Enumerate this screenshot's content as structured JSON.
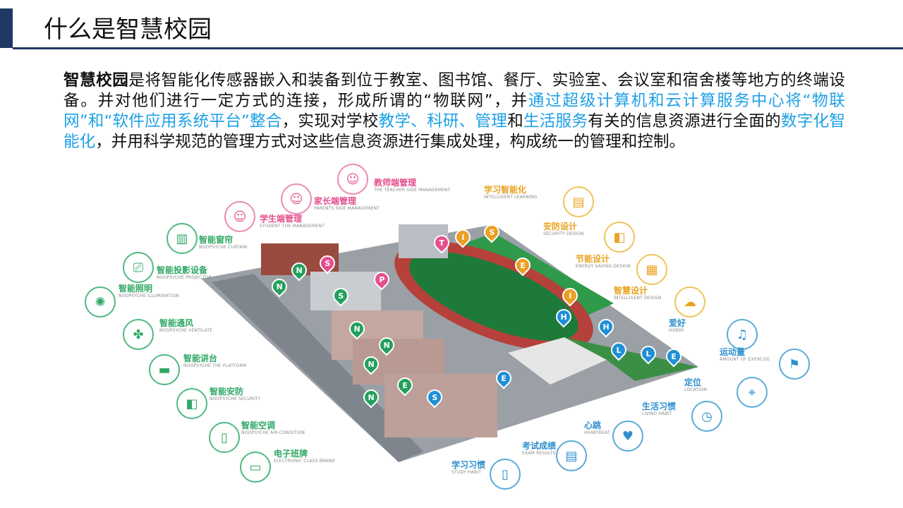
{
  "title": "什么是智慧校园",
  "paragraph": [
    {
      "t": "智慧校园",
      "style": "bold"
    },
    {
      "t": "是将智能化传感器嵌入和装备到位于教室、图书馆、餐厅、实验室、会议室和宿舍楼等地方的终端设备。并对他们进行一定方式的连接，形成所谓的“物联网”，并",
      "style": "normal"
    },
    {
      "t": "通过超级计算机和云计算服务中心将“物联网”和“软件应用系统平台”整合",
      "style": "highlight"
    },
    {
      "t": "，实现对学校",
      "style": "normal"
    },
    {
      "t": "教学、科研、管理",
      "style": "highlight"
    },
    {
      "t": "和",
      "style": "normal"
    },
    {
      "t": "生活服务",
      "style": "highlight"
    },
    {
      "t": "有关的信息资源进行全面的",
      "style": "normal"
    },
    {
      "t": "数字化智能化",
      "style": "highlight"
    },
    {
      "t": "，并用科学规范的管理方式对这些信息资源进行集成处理，构成统一的管理和控制。",
      "style": "normal"
    }
  ],
  "colors": {
    "title_bar": "#1f3864",
    "highlight": "#1ea0e6",
    "pink": "#e4508e",
    "green": "#2fa865",
    "orange": "#e9a21f",
    "blue": "#2f8fcc"
  },
  "callouts": {
    "teacher": {
      "cn": "教师端管理",
      "en": "THE TEACHER SIDE MANAGEMENT",
      "icon": "teacher-icon"
    },
    "parent": {
      "cn": "家长端管理",
      "en": "PARENTS SIDE MANAGEMENT",
      "icon": "parent-icon"
    },
    "student": {
      "cn": "学生端管理",
      "en": "STUDENT THE MANAGEMENT",
      "icon": "student-icon"
    },
    "curtain": {
      "cn": "智能窗帘",
      "en": "NOOPSYCHE CURTAIN",
      "icon": "curtain-icon"
    },
    "projector": {
      "cn": "智能投影设备",
      "en": "NOOPSYCHE PROJECTOR",
      "icon": "projector-icon"
    },
    "illumination": {
      "cn": "智能照明",
      "en": "NOOPSYCHE ILLUMINATION",
      "icon": "light-icon"
    },
    "ventilate": {
      "cn": "智能通风",
      "en": "NOOPSYCHE VENTILATE",
      "icon": "fan-icon"
    },
    "platform": {
      "cn": "智能讲台",
      "en": "NOOPSYCHE THE PLATFORM",
      "icon": "podium-icon"
    },
    "security": {
      "cn": "智能安防",
      "en": "NOOPSYCHE SECURITY",
      "icon": "camera-icon"
    },
    "aircon": {
      "cn": "智能空调",
      "en": "NOOPSYCHE AIR-CONDITION",
      "icon": "air-conditioner-icon"
    },
    "classbrand": {
      "cn": "电子班牌",
      "en": "ELECTRONIC CLASS BRAND",
      "icon": "display-icon"
    },
    "learning": {
      "cn": "学习智能化",
      "en": "INTELLIGENT LEARNING",
      "icon": "book-icon"
    },
    "secdesign": {
      "cn": "安防设计",
      "en": "SECURITY DESIGN",
      "icon": "camera-icon"
    },
    "energy": {
      "cn": "节能设计",
      "en": "ENERGY SAVING DESIGN",
      "icon": "solar-panel-icon"
    },
    "intdesign": {
      "cn": "智慧设计",
      "en": "INTELLIGENT DESIGN",
      "icon": "cloud-icon"
    },
    "hobby": {
      "cn": "爱好",
      "en": "HOBBY",
      "icon": "hobby-icon"
    },
    "exercise": {
      "cn": "运动量",
      "en": "AMOUNT OF EXERCISE",
      "icon": "golf-icon"
    },
    "location": {
      "cn": "定位",
      "en": "LOCATION",
      "icon": "location-pin-icon"
    },
    "living": {
      "cn": "生活习惯",
      "en": "LIVING HABIT",
      "icon": "alarm-clock-icon"
    },
    "heartbeat": {
      "cn": "心跳",
      "en": "HEARTBEAT",
      "icon": "heart-icon"
    },
    "exam": {
      "cn": "考试成绩",
      "en": "EXAM RESULTS",
      "icon": "document-icon"
    },
    "study": {
      "cn": "学习习惯",
      "en": "STUDY HABIT",
      "icon": "open-book-icon"
    }
  },
  "pins": [
    "T",
    "S",
    "P",
    "N",
    "N",
    "S",
    "N",
    "N",
    "N",
    "N",
    "E",
    "S",
    "E",
    "I",
    "S",
    "E",
    "I",
    "H",
    "H",
    "L",
    "L",
    "E"
  ]
}
